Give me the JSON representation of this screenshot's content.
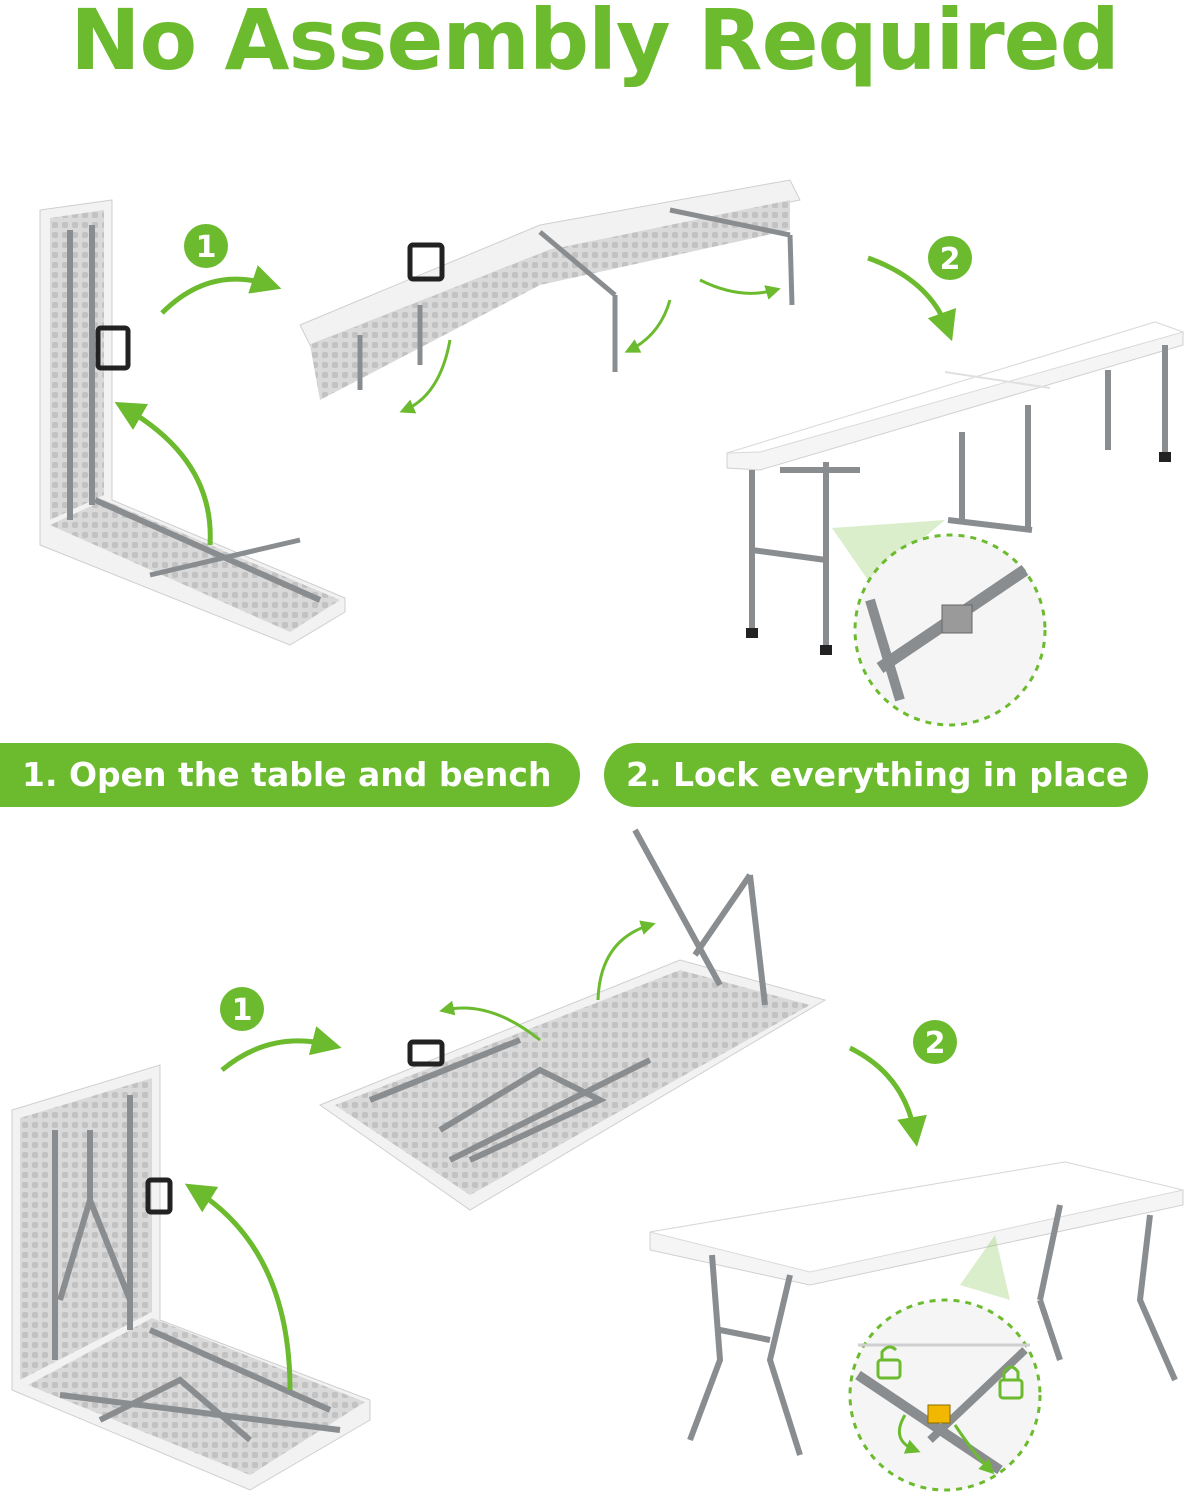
{
  "title": "No Assembly Required",
  "steps": {
    "step1_label": "1. Open the table and bench",
    "step2_label": "2. Lock everything in place",
    "badge_1": "1",
    "badge_2": "2"
  },
  "colors": {
    "accent": "#6cbb2f",
    "frame": "#8a8d90",
    "tabletop": "#f2f2f2",
    "lock": "#f2b800"
  },
  "icons": [
    "curved-arrow-icon",
    "lock-icon",
    "unlock-icon"
  ]
}
